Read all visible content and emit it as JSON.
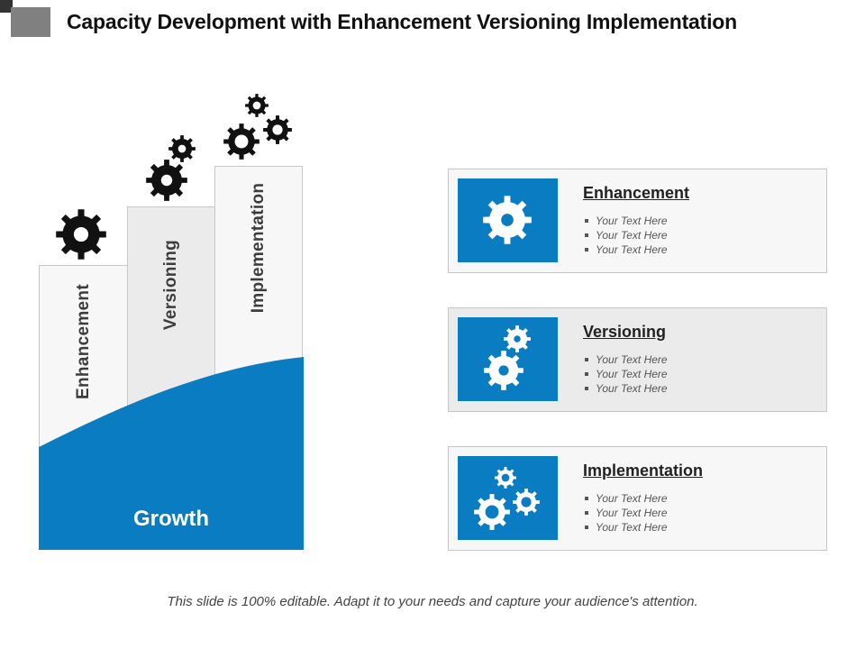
{
  "title": "Capacity Development with Enhancement Versioning Implementation",
  "colors": {
    "accent": "#0a7cc1",
    "dark": "#111111",
    "bar_light": "#f7f7f7",
    "bar_mid": "#ebebeb"
  },
  "diagram": {
    "steps": [
      {
        "label": "Enhancement",
        "icon": "gear-icon"
      },
      {
        "label": "Versioning",
        "icon": "two-gears-icon"
      },
      {
        "label": "Implementation",
        "icon": "three-gears-icon"
      }
    ],
    "growth_label": "Growth"
  },
  "cards": [
    {
      "heading": "Enhancement",
      "icon": "gear-icon",
      "bullets": [
        "Your Text Here",
        "Your Text Here",
        "Your Text Here"
      ]
    },
    {
      "heading": "Versioning",
      "icon": "two-gears-icon",
      "bullets": [
        "Your Text Here",
        "Your Text Here",
        "Your Text Here"
      ]
    },
    {
      "heading": "Implementation",
      "icon": "three-gears-icon",
      "bullets": [
        "Your Text Here",
        "Your Text Here",
        "Your Text Here"
      ]
    }
  ],
  "footer": "This slide is 100% editable. Adapt it to your needs and capture your audience's attention."
}
